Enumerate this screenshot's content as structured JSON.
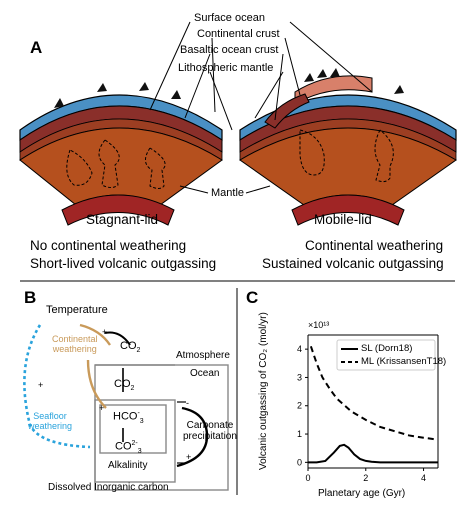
{
  "panel_a": {
    "letter": "A",
    "labels": {
      "surface_ocean": "Surface ocean",
      "continental_crust": "Continental crust",
      "basaltic_crust": "Basaltic ocean crust",
      "lithospheric_mantle": "Lithospheric mantle",
      "mantle": "Mantle"
    },
    "stagnant": {
      "title": "Stagnant-lid",
      "line1": "No continental weathering",
      "line2": "Short-lived volcanic outgassing"
    },
    "mobile": {
      "title": "Mobile-lid",
      "line1": "Continental weathering",
      "line2": "Sustained volcanic outgassing"
    },
    "colors": {
      "ocean": "#4a90c4",
      "crust": "#8a2f2a",
      "mantle": "#b5501e",
      "core": "#a02525",
      "continent": "#d8806a"
    }
  },
  "panel_b": {
    "letter": "B",
    "temperature": "Temperature",
    "continental_weathering": [
      "Continental",
      "weathering"
    ],
    "seafloor_weathering": [
      "Seafloor",
      "weathering"
    ],
    "atmosphere": "Atmosphere",
    "ocean": "Ocean",
    "co2_top": "CO",
    "co2_top_sub": "2",
    "co2_mid": "CO",
    "co2_mid_sub": "2",
    "hco3": "HCO",
    "hco3_sub": "3",
    "hco3_sup": "-",
    "co3": "CO",
    "co3_sub": "3",
    "co3_sup": "2-",
    "alkalinity": "Alkalinity",
    "carbonate": [
      "Carbonate",
      "precipitation"
    ],
    "dic": "Dissolved Inorganic carbon",
    "signs": {
      "plus": "+",
      "minus": "-"
    },
    "colors": {
      "continental": "#c99a5a",
      "seafloor": "#2aa3dc"
    }
  },
  "panel_c": {
    "letter": "C",
    "chart_data": {
      "type": "line",
      "xlabel": "Planetary age (Gyr)",
      "ylabel": "Volcanic outgassing of CO₂ (mol/yr)",
      "multiplier": "×10¹³",
      "xlim": [
        0,
        4.5
      ],
      "ylim": [
        -0.2,
        4.5
      ],
      "xticks": [
        0,
        2,
        4
      ],
      "yticks": [
        0,
        1,
        2,
        3,
        4
      ],
      "legend_position": "top-right",
      "series": [
        {
          "name": "SL (Dorn18)",
          "style": "solid",
          "x": [
            0.0,
            0.3,
            0.6,
            0.9,
            1.1,
            1.25,
            1.4,
            1.6,
            1.8,
            2.0,
            2.2,
            2.5,
            3.0,
            3.5,
            4.0,
            4.5
          ],
          "y": [
            0.0,
            0.0,
            0.05,
            0.35,
            0.58,
            0.62,
            0.52,
            0.28,
            0.12,
            0.05,
            0.02,
            0.0,
            0.0,
            0.0,
            0.0,
            0.0
          ]
        },
        {
          "name": "ML (KrissansenT18)",
          "style": "dashed",
          "x": [
            0.1,
            0.3,
            0.5,
            0.75,
            1.0,
            1.5,
            2.0,
            2.5,
            3.0,
            3.5,
            4.0,
            4.5
          ],
          "y": [
            4.1,
            3.5,
            3.0,
            2.6,
            2.25,
            1.8,
            1.5,
            1.25,
            1.1,
            0.95,
            0.87,
            0.8
          ]
        }
      ]
    }
  }
}
